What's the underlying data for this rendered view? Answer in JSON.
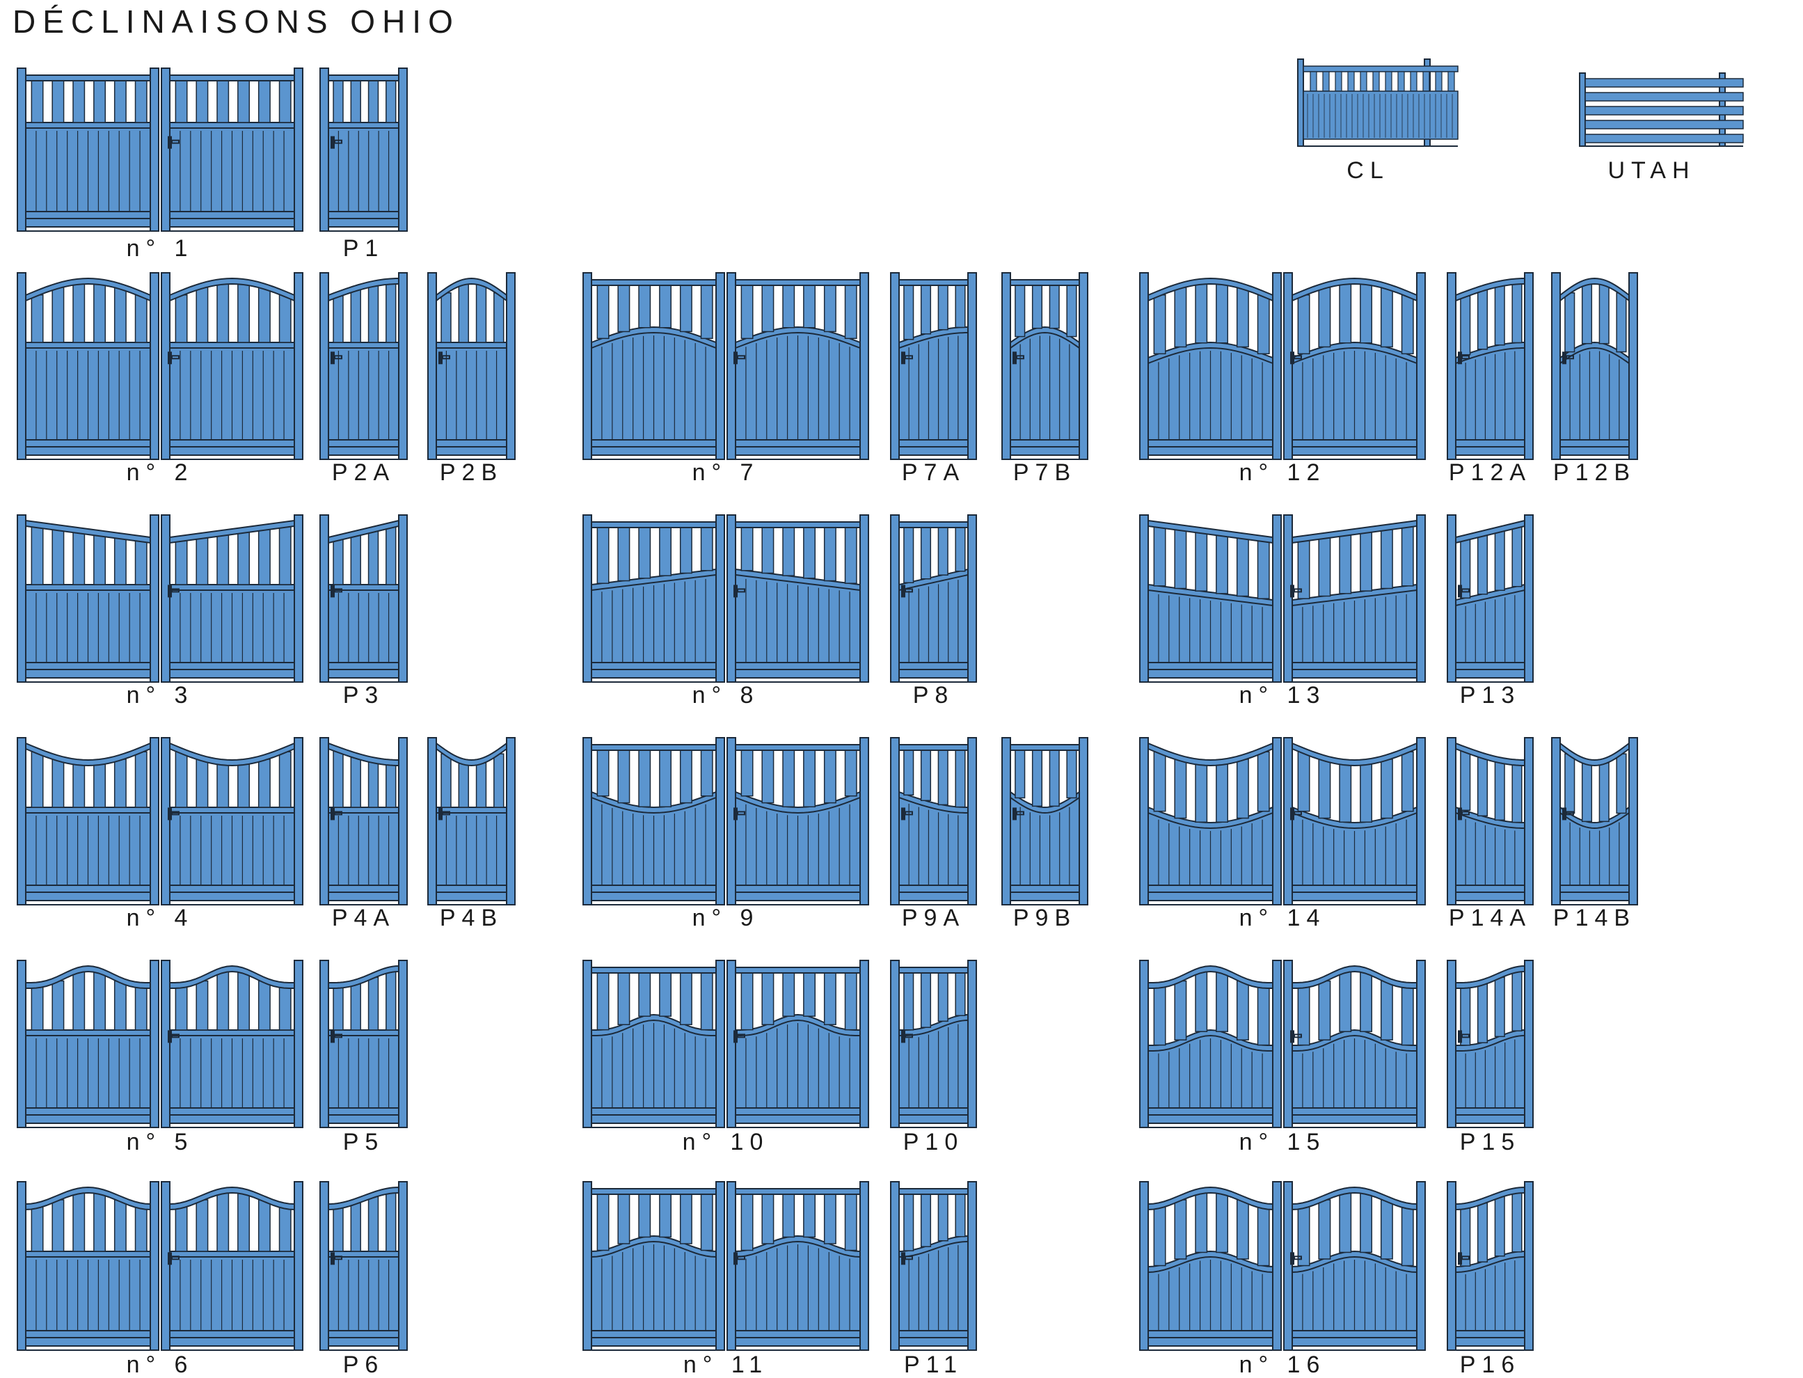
{
  "title": "DÉCLINAISONS OHIO",
  "colors": {
    "panel": "#5b95cf",
    "stroke": "#1c2a3a",
    "gap": "#ffffff",
    "text": "#1a1a1a"
  },
  "rows": [
    {
      "items": [
        {
          "label": "n° 1",
          "kind": "double",
          "top": "flat"
        },
        {
          "label": "P1",
          "kind": "single",
          "top": "flat"
        }
      ]
    },
    {
      "items": [
        {
          "label": "n° 2",
          "kind": "double",
          "top": "arch"
        },
        {
          "label": "P2A",
          "kind": "single",
          "top": "arch-half"
        },
        {
          "label": "P2B",
          "kind": "single",
          "top": "arch"
        },
        {
          "label": "n° 7",
          "kind": "double",
          "top": "flat",
          "rail": "arch"
        },
        {
          "label": "P7A",
          "kind": "single",
          "top": "flat",
          "rail": "arch-half"
        },
        {
          "label": "P7B",
          "kind": "single",
          "top": "flat",
          "rail": "arch"
        },
        {
          "label": "n° 12",
          "kind": "double",
          "top": "arch",
          "rail": "arch"
        },
        {
          "label": "P12A",
          "kind": "single",
          "top": "arch-half",
          "rail": "arch-half"
        },
        {
          "label": "P12B",
          "kind": "single",
          "top": "arch",
          "rail": "arch"
        }
      ]
    },
    {
      "items": [
        {
          "label": "n° 3",
          "kind": "double",
          "top": "vee"
        },
        {
          "label": "P3",
          "kind": "single",
          "top": "slope"
        },
        {
          "label": "n° 8",
          "kind": "double",
          "top": "flat",
          "rail": "vee-inv"
        },
        {
          "label": "P8",
          "kind": "single",
          "top": "flat",
          "rail": "slope-up"
        },
        {
          "label": "n° 13",
          "kind": "double",
          "top": "vee",
          "rail": "vee"
        },
        {
          "label": "P13",
          "kind": "single",
          "top": "slope",
          "rail": "slope"
        }
      ]
    },
    {
      "items": [
        {
          "label": "n° 4",
          "kind": "double",
          "top": "sag"
        },
        {
          "label": "P4A",
          "kind": "single",
          "top": "sag-half"
        },
        {
          "label": "P4B",
          "kind": "single",
          "top": "sag"
        },
        {
          "label": "n° 9",
          "kind": "double",
          "top": "flat",
          "rail": "sag-inv"
        },
        {
          "label": "P9A",
          "kind": "single",
          "top": "flat",
          "rail": "sag-inv-half"
        },
        {
          "label": "P9B",
          "kind": "single",
          "top": "flat",
          "rail": "sag-inv"
        },
        {
          "label": "n° 14",
          "kind": "double",
          "top": "sag",
          "rail": "sag"
        },
        {
          "label": "P14A",
          "kind": "single",
          "top": "sag-half",
          "rail": "sag-half"
        },
        {
          "label": "P14B",
          "kind": "single",
          "top": "sag",
          "rail": "sag"
        }
      ]
    },
    {
      "items": [
        {
          "label": "n° 5",
          "kind": "double",
          "top": "bell"
        },
        {
          "label": "P5",
          "kind": "single",
          "top": "bell-half"
        },
        {
          "label": "n° 10",
          "kind": "double",
          "top": "flat",
          "rail": "bell"
        },
        {
          "label": "P10",
          "kind": "single",
          "top": "flat",
          "rail": "bell-half"
        },
        {
          "label": "n° 15",
          "kind": "double",
          "top": "bell",
          "rail": "bell"
        },
        {
          "label": "P15",
          "kind": "single",
          "top": "bell-half",
          "rail": "bell-half"
        }
      ]
    },
    {
      "items": [
        {
          "label": "n° 6",
          "kind": "double",
          "top": "wave"
        },
        {
          "label": "P6",
          "kind": "single",
          "top": "wave-half"
        },
        {
          "label": "n° 11",
          "kind": "double",
          "top": "flat",
          "rail": "wave"
        },
        {
          "label": "P11",
          "kind": "single",
          "top": "flat",
          "rail": "wave-half"
        },
        {
          "label": "n° 16",
          "kind": "double",
          "top": "wave",
          "rail": "wave"
        },
        {
          "label": "P16",
          "kind": "single",
          "top": "wave-half",
          "rail": "wave-half"
        }
      ]
    }
  ],
  "fences": [
    {
      "label": "CL",
      "kind": "fence-cl"
    },
    {
      "label": "UTAH",
      "kind": "fence-utah"
    }
  ]
}
